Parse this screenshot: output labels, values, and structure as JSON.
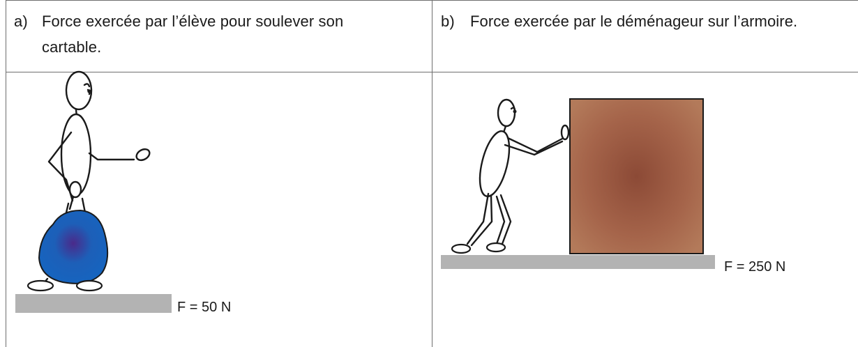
{
  "cells": [
    {
      "label": "a)",
      "text": "Force exercée par l’élève pour soulever son cartable.",
      "force": "F = 50 N"
    },
    {
      "label": "b)",
      "text": "Force exercée par le déménageur sur l’armoire.",
      "force": "F = 250 N"
    }
  ],
  "colors": {
    "border": "#6e6e6e",
    "ground": "#b3b3b3",
    "bag": "#1565c0",
    "bag_center": "#4a2a8a",
    "wardrobe": "#a9694a",
    "wardrobe_center": "#8c4a36"
  }
}
